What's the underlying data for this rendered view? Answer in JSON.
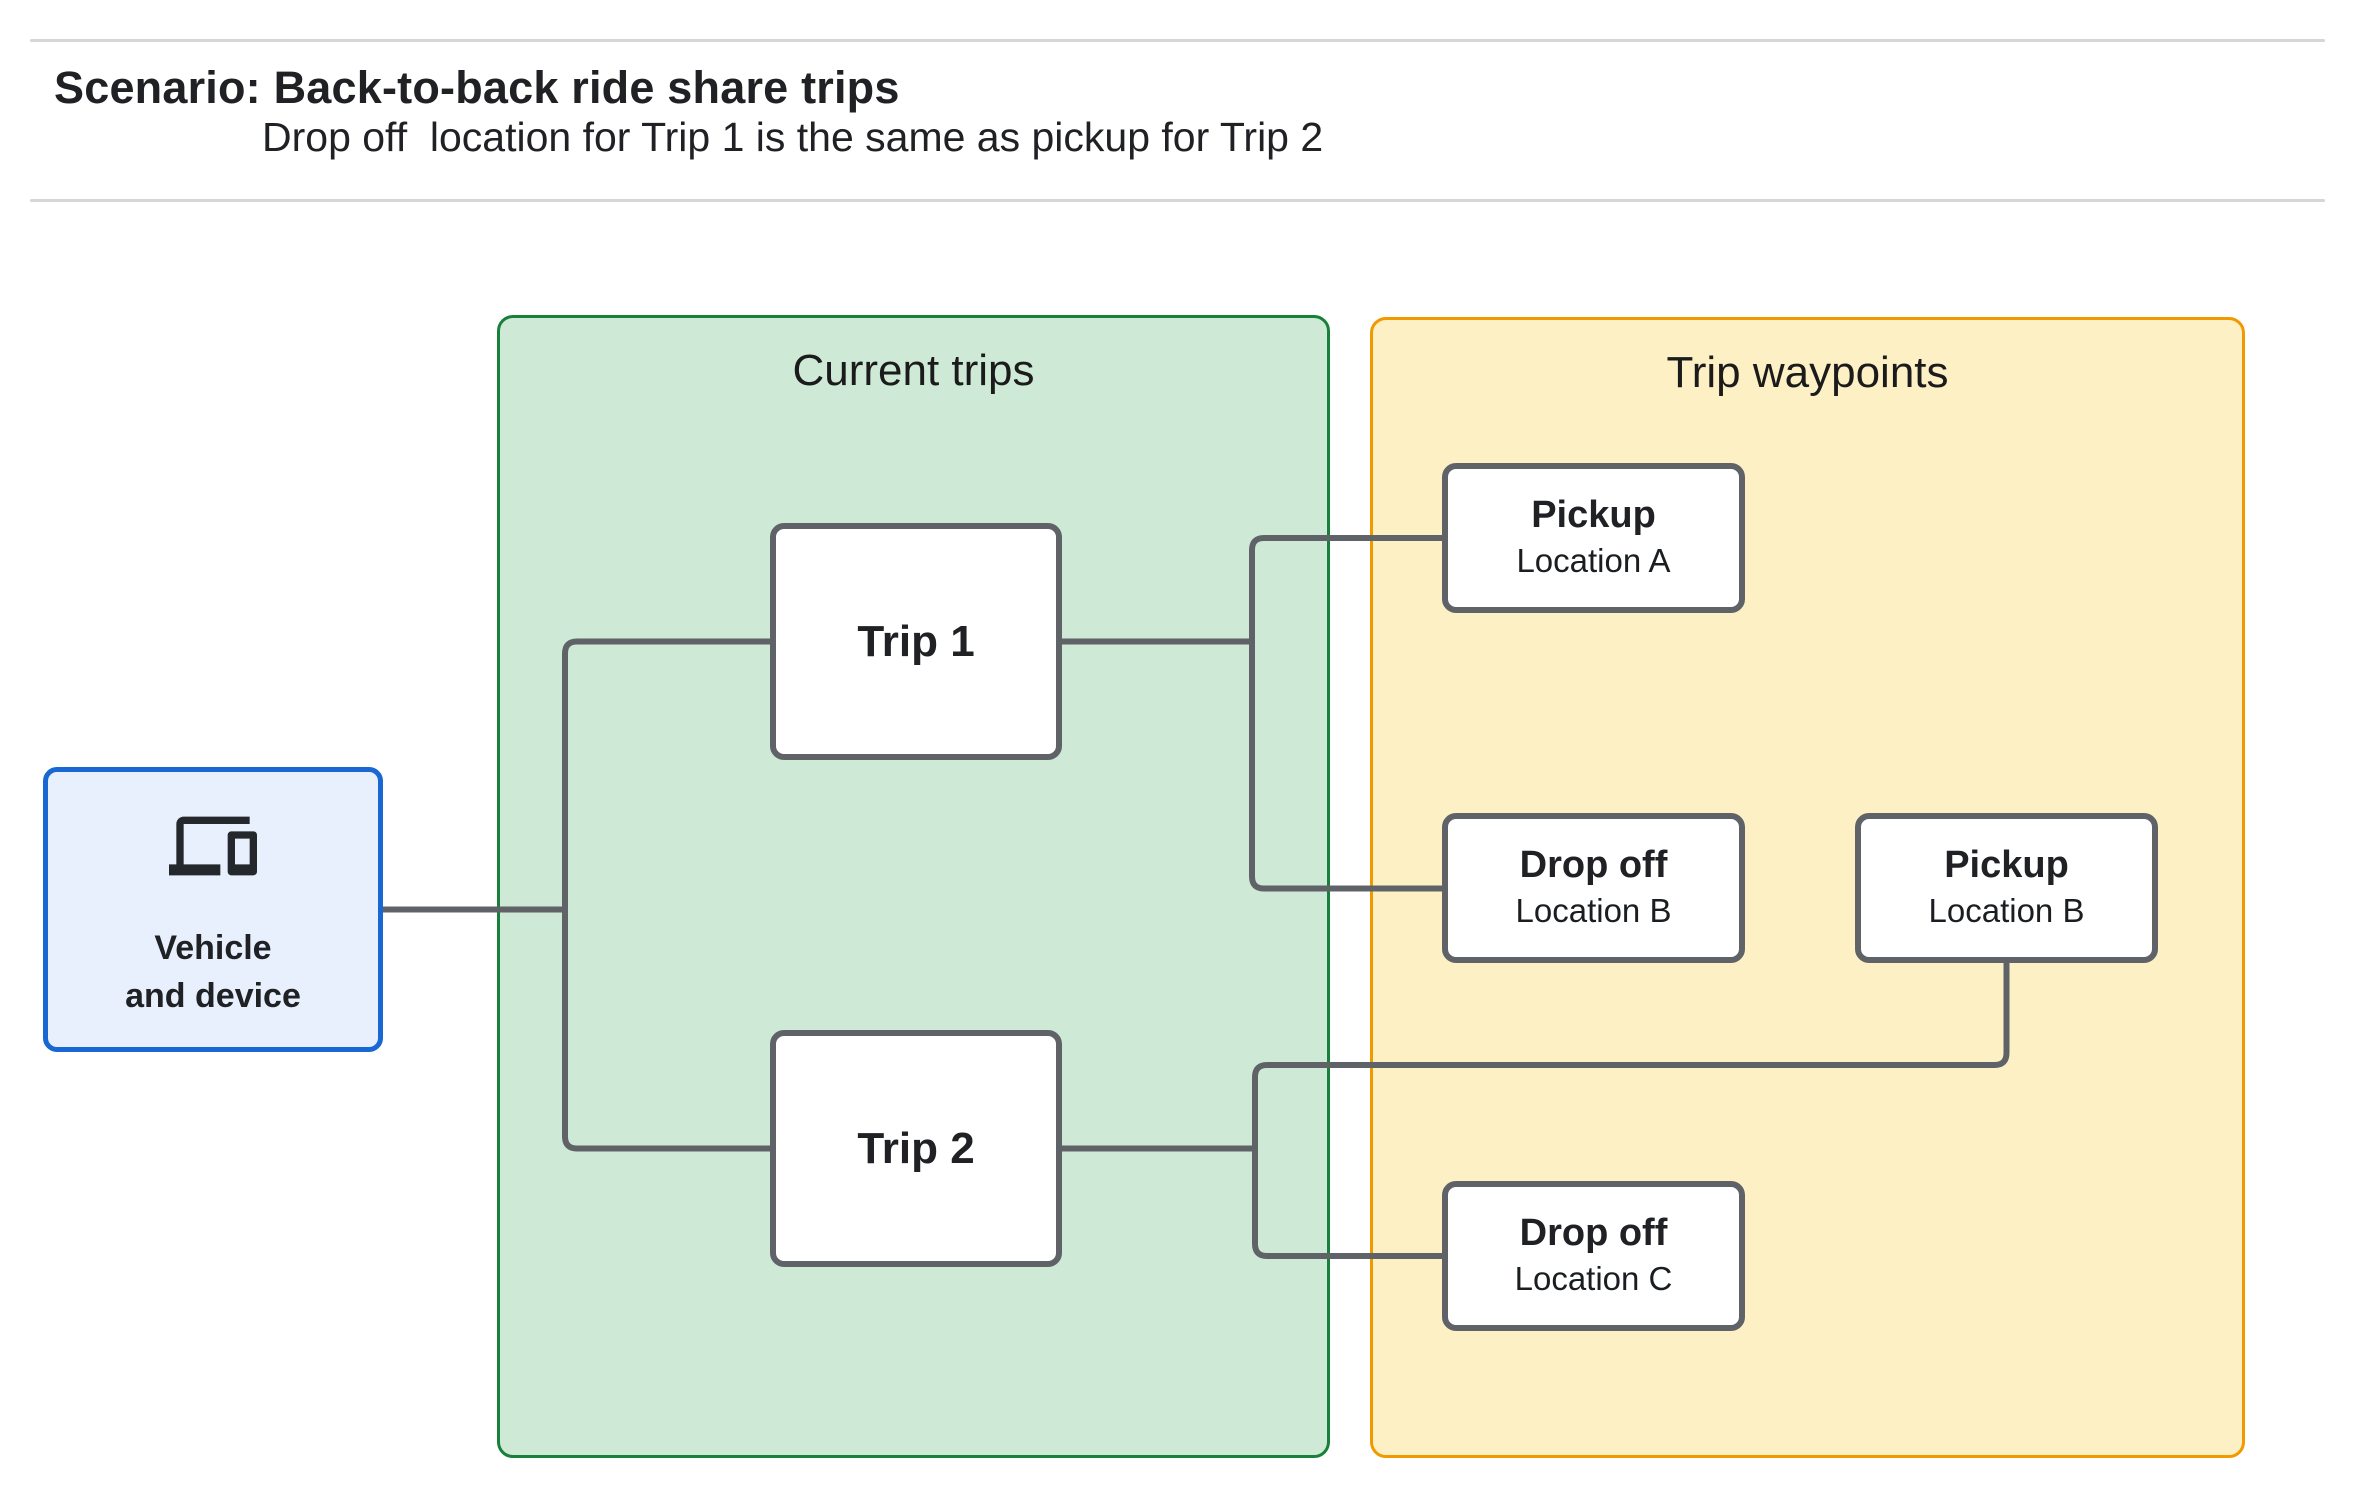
{
  "header": {
    "title": "Scenario: Back-to-back ride share trips",
    "subtitle": "Drop off  location for Trip 1 is the same as pickup for Trip 2"
  },
  "vehicle": {
    "icon": "devices-icon",
    "label_line1": "Vehicle",
    "label_line2": "and device"
  },
  "panels": {
    "current_trips": {
      "title": "Current trips"
    },
    "trip_waypoints": {
      "title": "Trip waypoints"
    }
  },
  "trips": [
    {
      "label": "Trip 1"
    },
    {
      "label": "Trip 2"
    }
  ],
  "waypoints": [
    {
      "type": "Pickup",
      "location": "Location A"
    },
    {
      "type": "Drop off",
      "location": "Location B"
    },
    {
      "type": "Pickup",
      "location": "Location B"
    },
    {
      "type": "Drop off",
      "location": "Location C"
    }
  ],
  "colors": {
    "page_bg": "#ffffff",
    "rule": "#d6d6d6",
    "text": "#202124",
    "connector": "#5f6368",
    "box_border": "#5f6368",
    "box_fill": "#ffffff",
    "vehicle_fill": "#e8f0fe",
    "vehicle_border": "#1967d2",
    "green_fill": "#ceead6",
    "green_border": "#188038",
    "yellow_fill": "#fdf0c5",
    "yellow_border": "#f29900"
  }
}
